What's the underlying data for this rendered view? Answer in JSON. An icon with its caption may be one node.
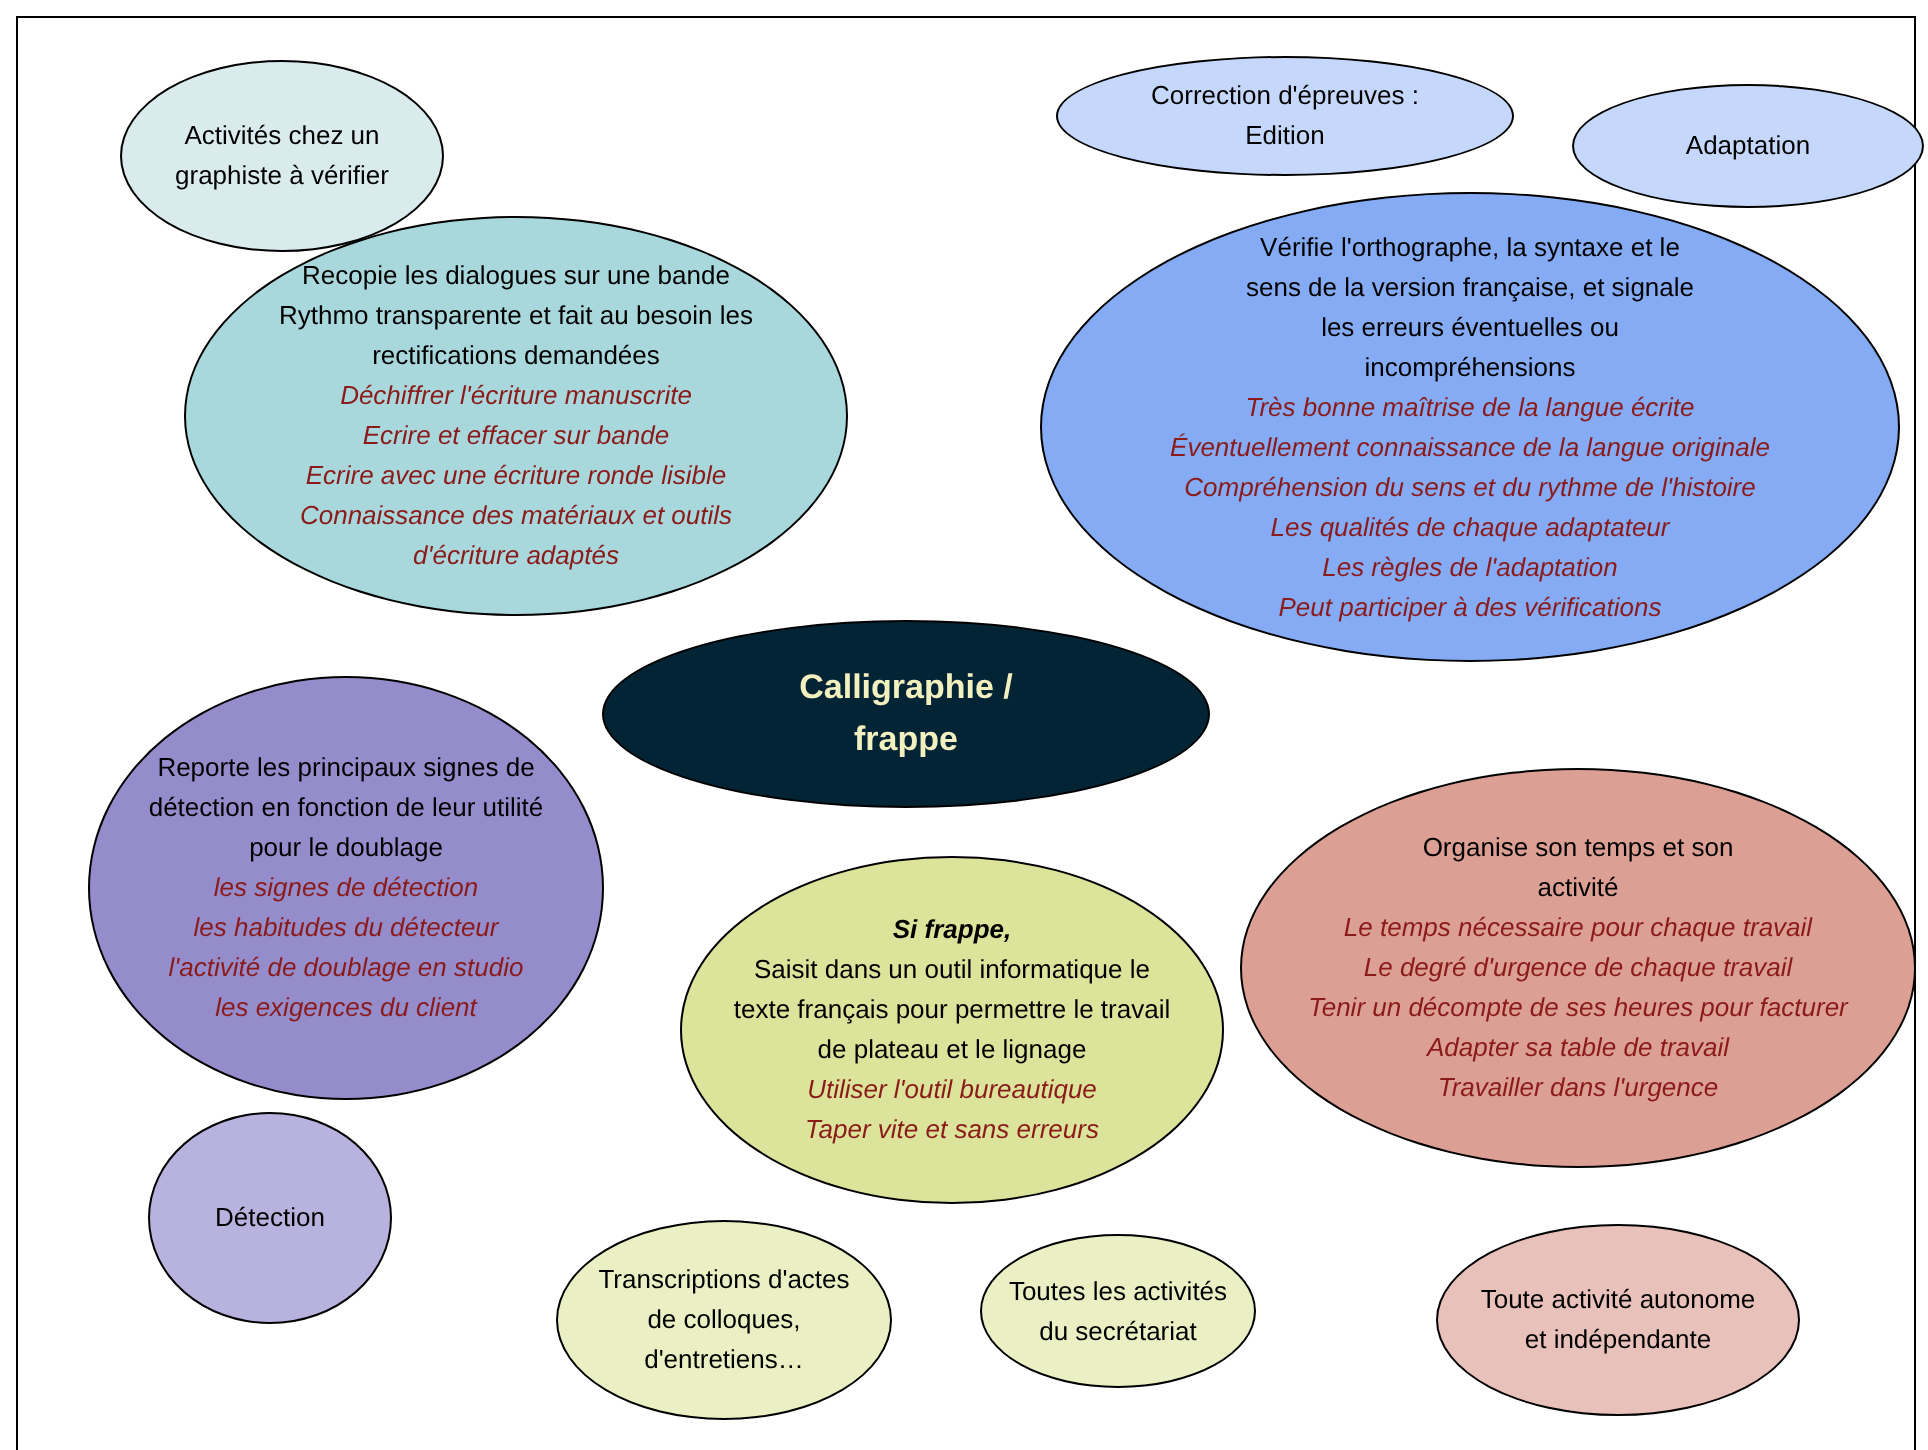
{
  "diagram": {
    "nodes": [
      {
        "text": [
          "Activités chez un graphiste à vérifier"
        ]
      },
      {
        "text": [
          "Recopie les dialogues sur une bande Rythmo transparente et fait au besoin les rectifications demandées",
          "Déchiffrer l'écriture manuscrite",
          "Ecrire et effacer sur bande",
          "Ecrire avec une écriture ronde lisible",
          "Connaissance des matériaux et outils d'écriture adaptés"
        ]
      },
      {
        "text": [
          "Correction d'épreuves : Edition"
        ]
      },
      {
        "text": [
          "Adaptation"
        ]
      },
      {
        "text": [
          "Vérifie l'orthographe, la syntaxe et le sens de la version française, et signale les erreurs éventuelles ou incompréhensions",
          "Très bonne maîtrise de la langue écrite",
          "Éventuellement connaissance de la langue originale",
          "Compréhension du sens et du rythme de l'histoire",
          "Les qualités de chaque adaptateur",
          "Les règles de l'adaptation",
          "Peut participer à des vérifications"
        ]
      },
      {
        "text": [
          "Calligraphie / frappe"
        ]
      },
      {
        "text": [
          "Reporte les principaux signes de détection en fonction de leur utilité pour le doublage",
          "les signes de détection",
          "les habitudes du détecteur",
          "l'activité de doublage en studio",
          "les exigences du client"
        ]
      },
      {
        "text": [
          "Si frappe,",
          "Saisit dans un outil informatique le texte français pour permettre le travail de plateau et le lignage",
          "Utiliser l'outil bureautique",
          "Taper vite et sans erreurs"
        ]
      },
      {
        "text": [
          "Organise son temps et son activité",
          "Le temps nécessaire pour chaque travail",
          "Le degré d'urgence de chaque travail",
          "Tenir un décompte de ses heures pour facturer",
          "Adapter sa table de travail",
          "Travailler dans l'urgence"
        ]
      },
      {
        "text": [
          "Détection"
        ]
      },
      {
        "text": [
          "Transcriptions d'actes de colloques, d'entretiens…"
        ]
      },
      {
        "text": [
          "Toutes les activités du secrétariat"
        ]
      },
      {
        "text": [
          "Toute activité autonome et indépendante"
        ]
      }
    ]
  }
}
